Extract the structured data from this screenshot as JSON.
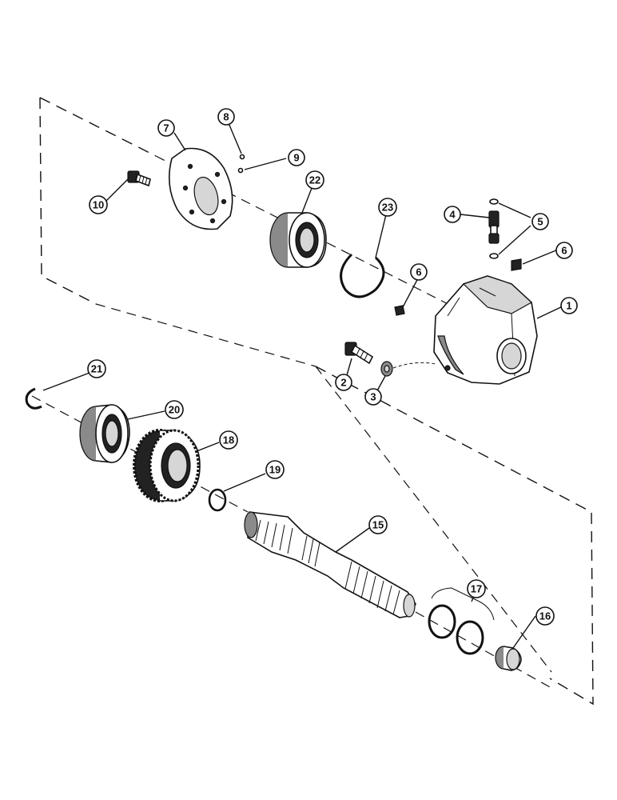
{
  "callouts": [
    {
      "id": "c1",
      "label": "1"
    },
    {
      "id": "c2",
      "label": "2"
    },
    {
      "id": "c3",
      "label": "3"
    },
    {
      "id": "c4",
      "label": "4"
    },
    {
      "id": "c5",
      "label": "5"
    },
    {
      "id": "c6a",
      "label": "6"
    },
    {
      "id": "c6b",
      "label": "6"
    },
    {
      "id": "c7",
      "label": "7"
    },
    {
      "id": "c8",
      "label": "8"
    },
    {
      "id": "c9",
      "label": "9"
    },
    {
      "id": "c10",
      "label": "10"
    },
    {
      "id": "c15",
      "label": "15"
    },
    {
      "id": "c16",
      "label": "16"
    },
    {
      "id": "c17",
      "label": "17"
    },
    {
      "id": "c18",
      "label": "18"
    },
    {
      "id": "c19",
      "label": "19"
    },
    {
      "id": "c20",
      "label": "20"
    },
    {
      "id": "c21",
      "label": "21"
    },
    {
      "id": "c22",
      "label": "22"
    },
    {
      "id": "c23",
      "label": "23"
    }
  ]
}
